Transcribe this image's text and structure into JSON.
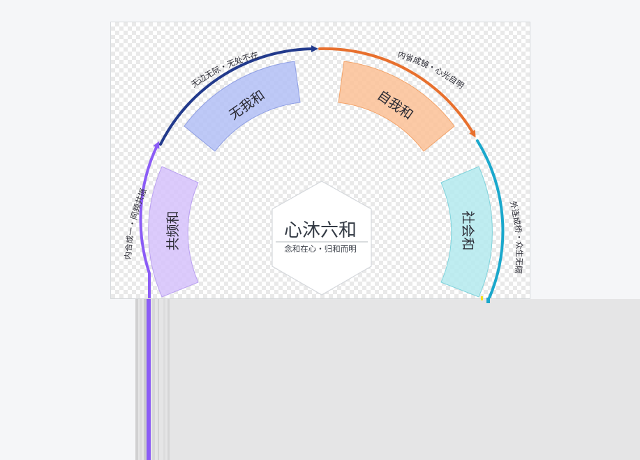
{
  "diagram": {
    "center": {
      "title": "心沐六和",
      "subtitle": "念和在心・归和而明"
    },
    "segments": [
      {
        "id": "gongpin",
        "label": "共频和",
        "fill": "#d6c2fb",
        "stroke": "#b9a0f0"
      },
      {
        "id": "wuwo",
        "label": "无我和",
        "fill": "#b3c0f6",
        "stroke": "#8e9ee3"
      },
      {
        "id": "ziwo",
        "label": "自我和",
        "fill": "#fcc196",
        "stroke": "#f2a36a"
      },
      {
        "id": "shehui",
        "label": "社会和",
        "fill": "#b4eaef",
        "stroke": "#7fd3dc"
      }
    ],
    "arcs": [
      {
        "id": "purple",
        "color": "#8b5cf6",
        "caption": "内合成一・同频共振"
      },
      {
        "id": "navy",
        "color": "#223a8c",
        "caption": "无边无际・无处不在"
      },
      {
        "id": "orange",
        "color": "#e8702e",
        "caption": "内省成镜・心光自明"
      },
      {
        "id": "teal",
        "color": "#1aa8cc",
        "caption": "外连成桥・众生无隔"
      }
    ]
  }
}
